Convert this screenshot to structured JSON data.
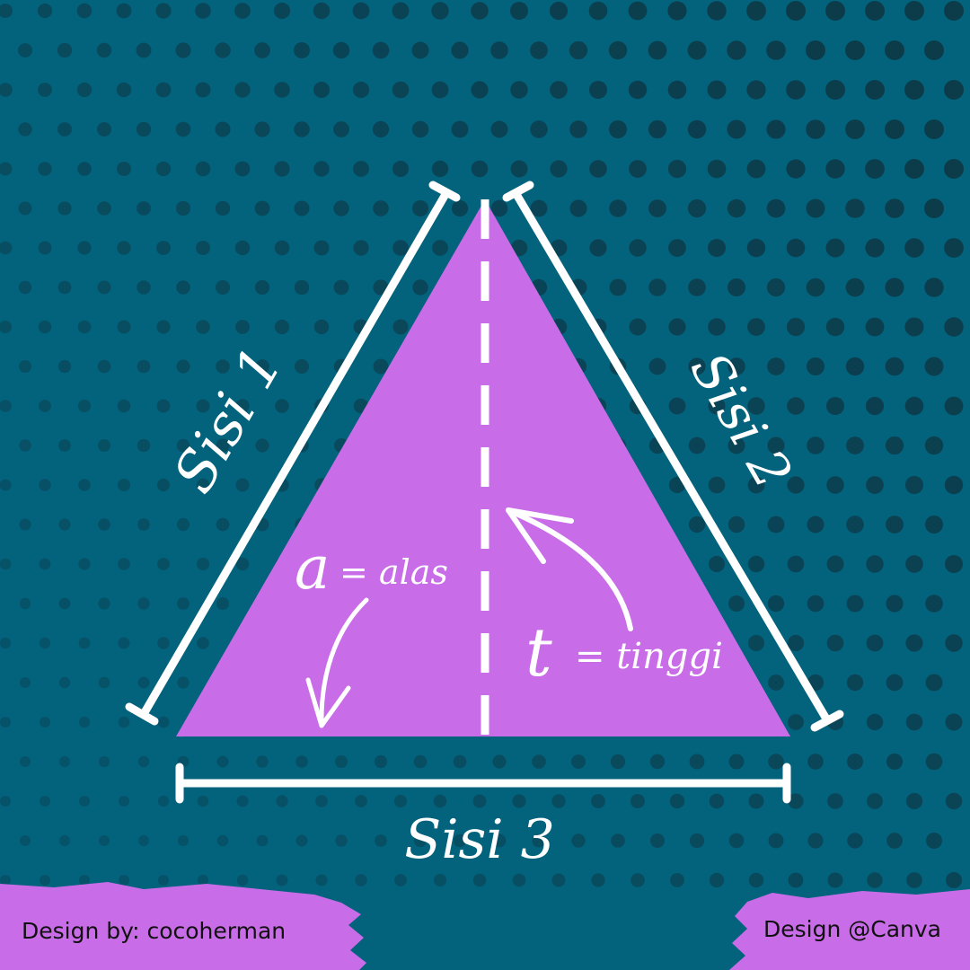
{
  "labels": {
    "side1": "Sisi 1",
    "side2": "Sisi 2",
    "side3": "Sisi 3",
    "base_symbol": "a",
    "base_text": "= alas",
    "height_symbol": "t",
    "height_text": "= tinggi"
  },
  "credits": {
    "left": "Design by: cocoherman",
    "right": "Design @Canva"
  },
  "colors": {
    "background": "#03627c",
    "triangle": "#c86ce7",
    "lines": "#ffffff",
    "dots": "#0d3a48",
    "brush": "#c86ce7"
  }
}
